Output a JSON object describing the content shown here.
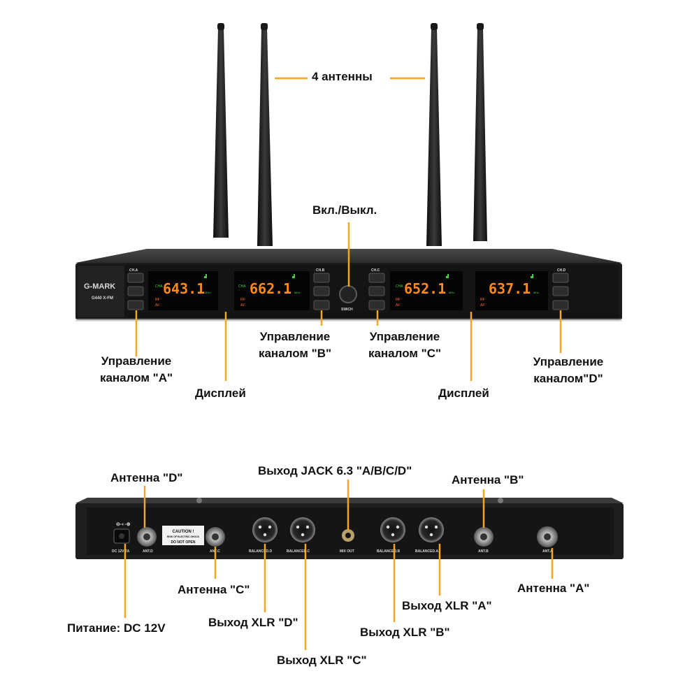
{
  "labels": {
    "antennas": "4 антенны",
    "power_switch": "Вкл./Выкл.",
    "ctrl_a_line1": "Управление",
    "ctrl_a_line2": "каналом \"А\"",
    "ctrl_b_line1": "Управление",
    "ctrl_b_line2": "каналом \"В\"",
    "ctrl_c_line1": "Управление",
    "ctrl_c_line2": "каналом \"С\"",
    "ctrl_d_line1": "Управление",
    "ctrl_d_line2": "каналом\"D\"",
    "display_left": "Дисплей",
    "display_right": "Дисплей",
    "ant_d": "Антенна \"D\"",
    "jack_out": "Выход JACK 6.3 \"A/B/C/D\"",
    "ant_b": "Антенна \"В\"",
    "ant_c": "Антенна \"С\"",
    "ant_a": "Антенна \"А\"",
    "xlr_a": "Выход XLR \"А\"",
    "xlr_d": "Выход XLR \"D\"",
    "xlr_b": "Выход XLR \"В\"",
    "xlr_c": "Выход XLR \"С\"",
    "power": "Питание: DC 12V"
  },
  "front_panel": {
    "brand": "G-MARK",
    "model": "G440 X-FM",
    "switch_label": "SWICH",
    "channels": [
      {
        "key": "CH.A",
        "tag": "CHA",
        "freq": "643.1",
        "unit": "MHz"
      },
      {
        "key": "CH.B",
        "tag": "CHA",
        "freq": "662.1",
        "unit": "MHz"
      },
      {
        "key": "CH.C",
        "tag": "CHA",
        "freq": "652.1",
        "unit": "MHz"
      },
      {
        "key": "CH.D",
        "tag": "",
        "freq": "637.1",
        "unit": "MHz"
      }
    ],
    "rf": "RF",
    "af": "AF"
  },
  "rear_panel": {
    "dc_label": "DC 12V 2A",
    "ant_d": "ANT.D",
    "ant_c": "ANT.C",
    "ant_b": "ANT.B",
    "ant_a": "ANT.A",
    "caution_title": "CAUTION !",
    "caution_line1": "RISK OF ELECTRIC SHOCK",
    "caution_line2": "DO NOT OPEN",
    "bal_d": "BALANCED.D",
    "bal_c": "BALANCED.C",
    "mix_out": "MIX OUT",
    "bal_b": "BALANCED.B",
    "bal_a": "BALANCED.A"
  },
  "colors": {
    "leader": "#f5a623",
    "display_digits": "#ff8a1a",
    "signal_green": "#3fd13f"
  }
}
